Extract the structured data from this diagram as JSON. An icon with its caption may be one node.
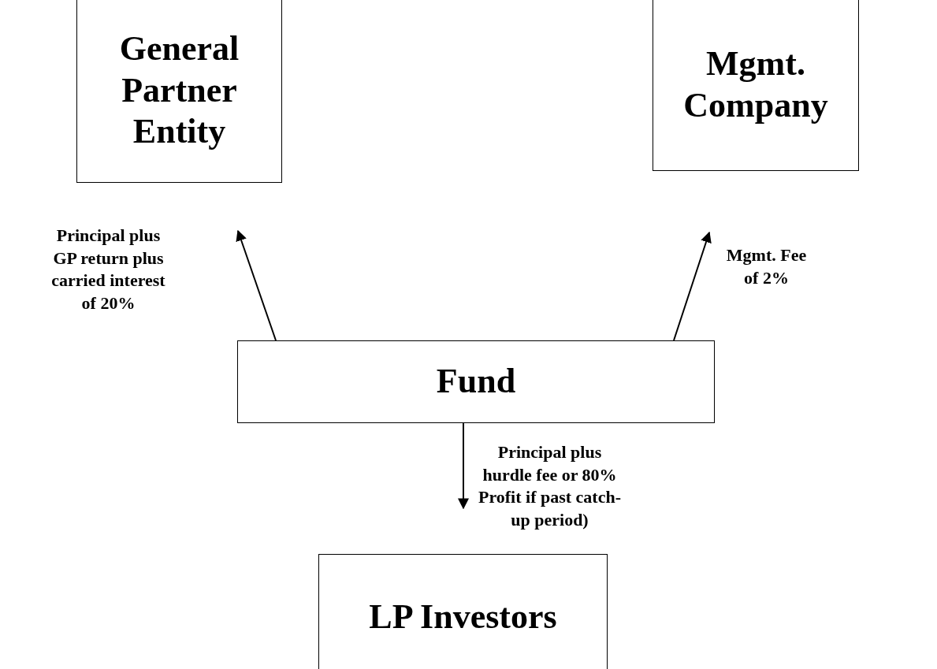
{
  "diagram": {
    "nodes": [
      {
        "text": [
          "General Partner Entity"
        ]
      },
      {
        "text": [
          "Mgmt. Company"
        ]
      },
      {
        "text": [
          "Fund"
        ]
      },
      {
        "text": [
          "LP Investors"
        ]
      }
    ],
    "edges": [
      {
        "from": 2,
        "to": 0,
        "arrow": "to",
        "label": "Principal plus GP return plus carried interest of 20%"
      },
      {
        "from": 2,
        "to": 1,
        "arrow": "to",
        "label": "Mgmt. Fee of 2%"
      },
      {
        "from": 2,
        "to": 3,
        "arrow": "to",
        "label": "Principal plus hurdle fee or 80% Profit if past catch-up period)"
      }
    ]
  }
}
